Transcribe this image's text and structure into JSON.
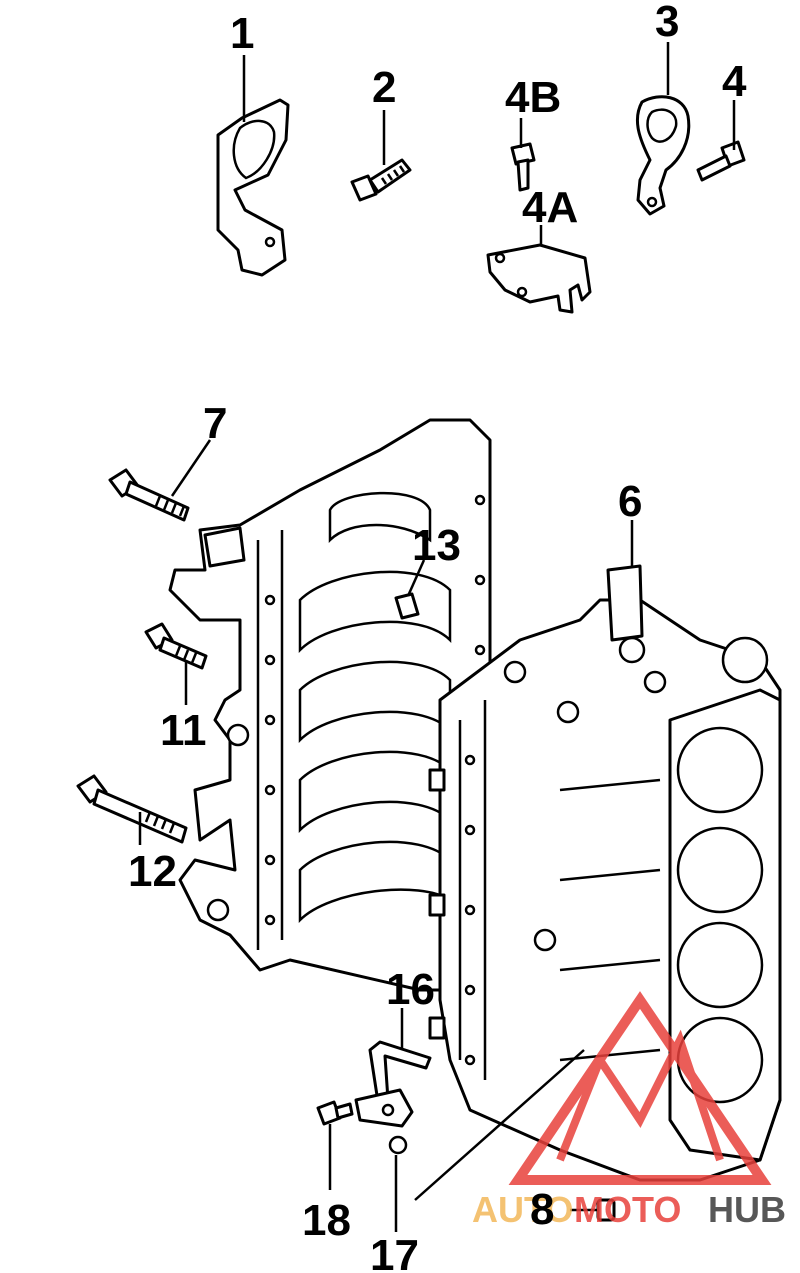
{
  "callouts": [
    {
      "id": "1",
      "text": "1"
    },
    {
      "id": "2",
      "text": "2"
    },
    {
      "id": "3",
      "text": "3"
    },
    {
      "id": "4",
      "text": "4"
    },
    {
      "id": "4B",
      "text": "4B"
    },
    {
      "id": "4A",
      "text": "4A"
    },
    {
      "id": "7",
      "text": "7"
    },
    {
      "id": "6",
      "text": "6"
    },
    {
      "id": "13",
      "text": "13"
    },
    {
      "id": "11",
      "text": "11"
    },
    {
      "id": "12",
      "text": "12"
    },
    {
      "id": "16",
      "text": "16"
    },
    {
      "id": "18",
      "text": "18"
    },
    {
      "id": "8",
      "text": "8"
    },
    {
      "id": "17",
      "text": "17"
    }
  ],
  "watermark": {
    "part1": "AUTO",
    "part2": "MOTO",
    "part3": "HUB",
    "color_main": "#e8413c",
    "color_alt": "#f3b85a",
    "color_dark": "#3a3a3a"
  }
}
